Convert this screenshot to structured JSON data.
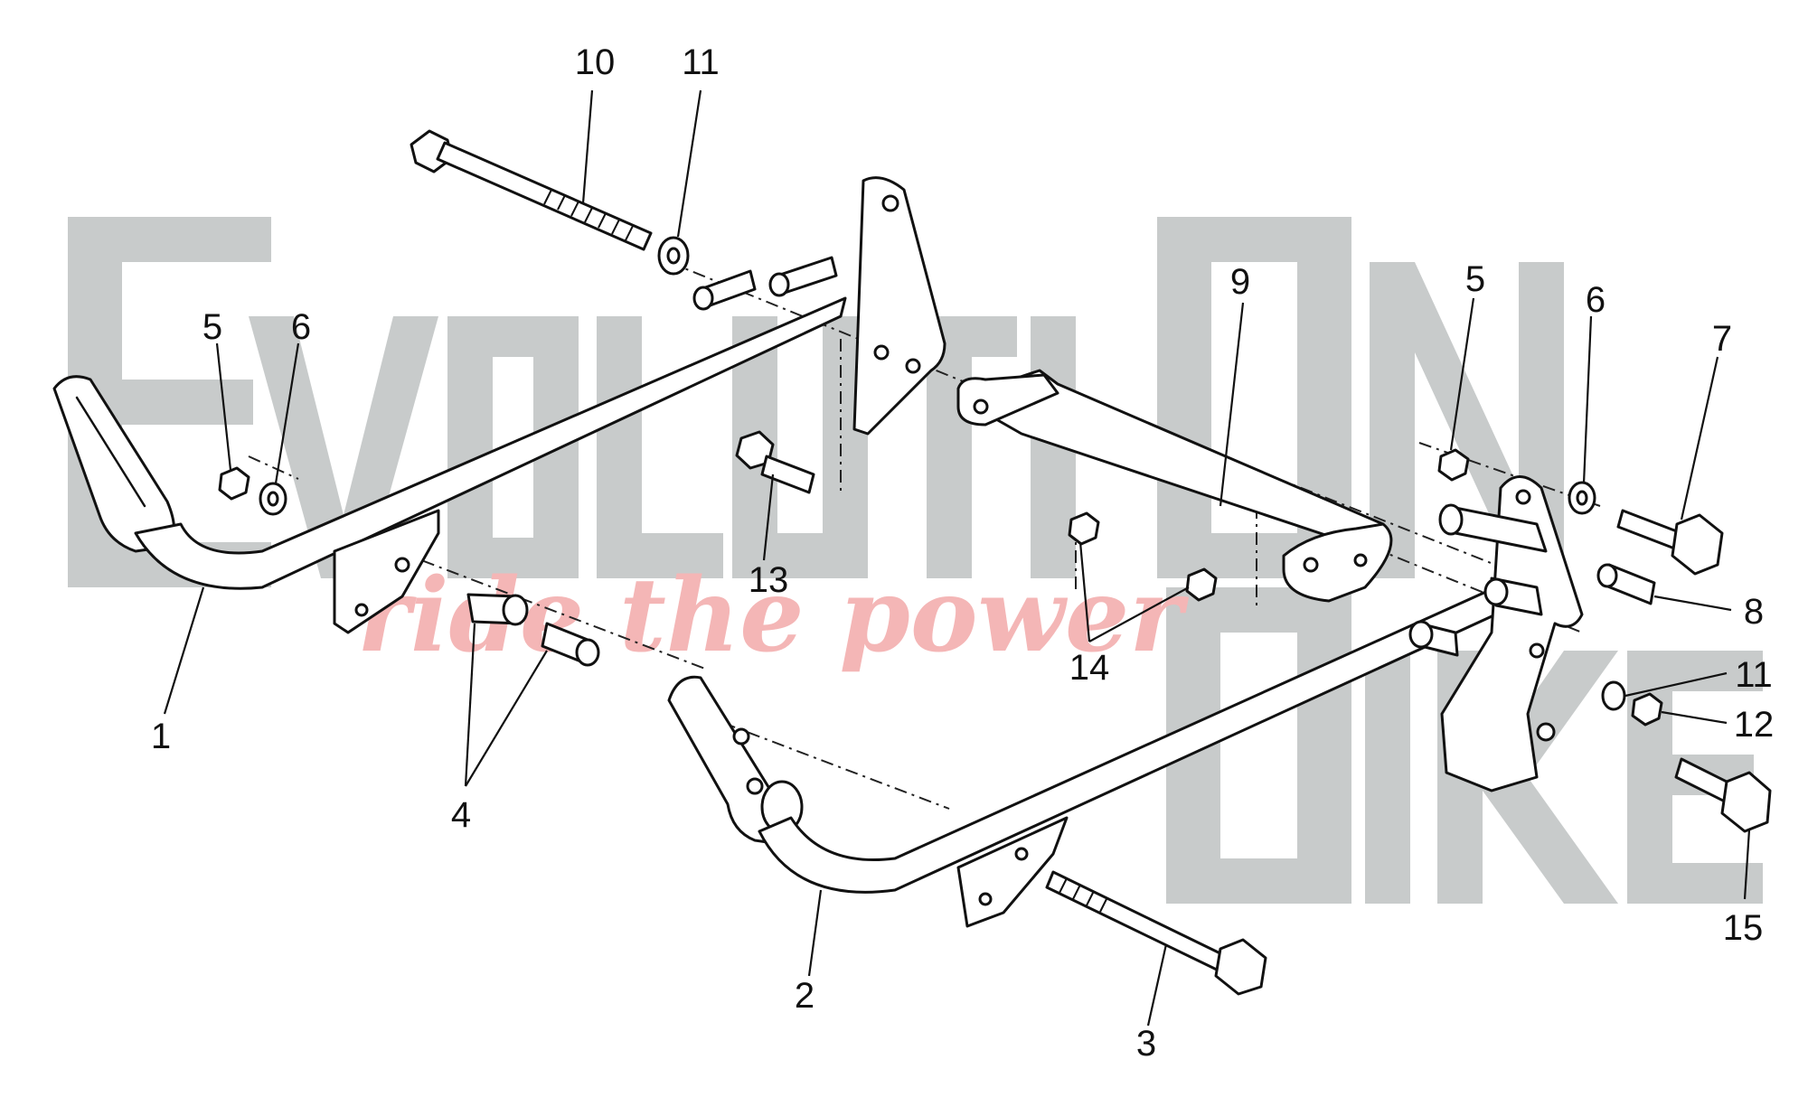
{
  "diagram": {
    "watermark": {
      "brand": "EvolutiOn Bike",
      "tagline": "ride the power",
      "color": "#c8cbcb",
      "tagline_color": "#f4b6b6"
    },
    "callouts": [
      {
        "id": "c1",
        "label": "1"
      },
      {
        "id": "c2",
        "label": "2"
      },
      {
        "id": "c3",
        "label": "3"
      },
      {
        "id": "c4",
        "label": "4"
      },
      {
        "id": "c5a",
        "label": "5"
      },
      {
        "id": "c6a",
        "label": "6"
      },
      {
        "id": "c5b",
        "label": "5"
      },
      {
        "id": "c6b",
        "label": "6"
      },
      {
        "id": "c7",
        "label": "7"
      },
      {
        "id": "c8",
        "label": "8"
      },
      {
        "id": "c9",
        "label": "9"
      },
      {
        "id": "c10",
        "label": "10"
      },
      {
        "id": "c11a",
        "label": "11"
      },
      {
        "id": "c11b",
        "label": "11"
      },
      {
        "id": "c12",
        "label": "12"
      },
      {
        "id": "c13",
        "label": "13"
      },
      {
        "id": "c14",
        "label": "14"
      },
      {
        "id": "c15",
        "label": "15"
      }
    ]
  }
}
